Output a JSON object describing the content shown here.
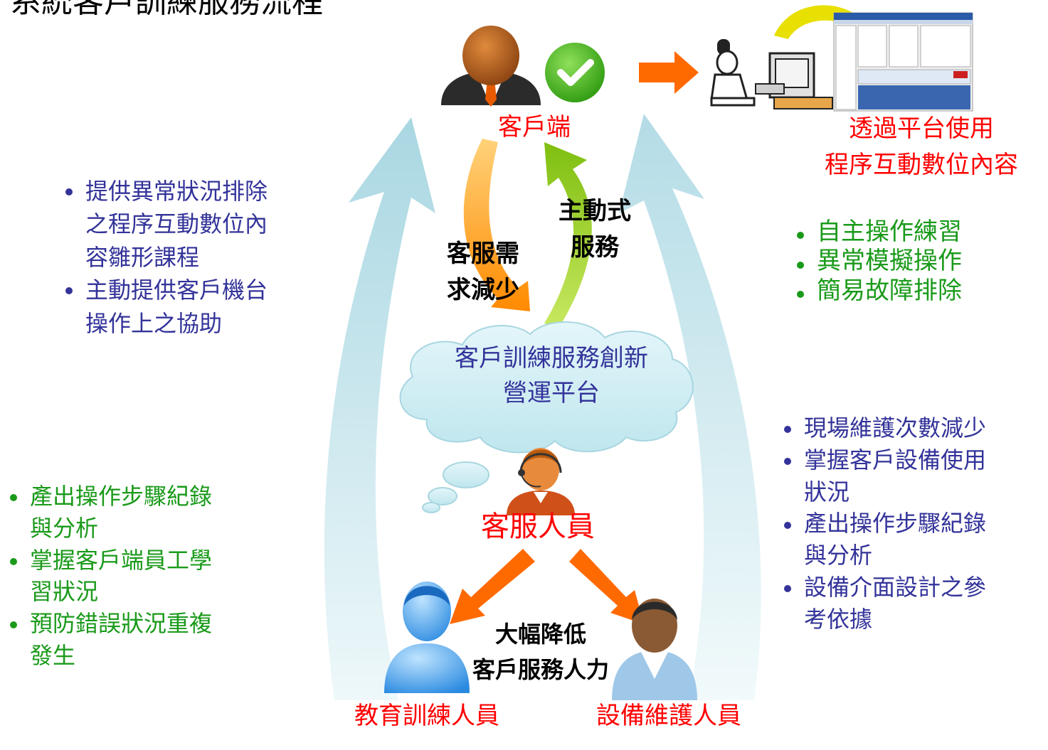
{
  "title": "系統客戶訓練服務流程",
  "nodes": {
    "client": "客戶端",
    "platform_use": [
      "透過平台使用",
      "程序互動數位內容"
    ],
    "service_center": [
      "客戶訓練服務創新",
      "營運平台"
    ],
    "cs_staff": "客服人員",
    "trainer": "教育訓練人員",
    "maintainer": "設備維護人員"
  },
  "arrows": {
    "demand_down": [
      "客服需",
      "求減少"
    ],
    "proactive": [
      "主動式",
      "服務"
    ],
    "reduce_manpower": [
      "大幅降低",
      "客戶服務人力"
    ]
  },
  "bullets": {
    "top_left": [
      [
        "提供異常狀況排除",
        "之程序互動數位內",
        "容雛形課程"
      ],
      [
        "主動提供客戶機台",
        "操作上之協助"
      ]
    ],
    "top_right": [
      [
        "自主操作練習"
      ],
      [
        "異常模擬操作"
      ],
      [
        "簡易故障排除"
      ]
    ],
    "bottom_left": [
      [
        "產出操作步驟紀錄",
        "與分析"
      ],
      [
        "掌握客戶端員工學",
        "習狀況"
      ],
      [
        "預防錯誤狀況重複",
        "發生"
      ]
    ],
    "bottom_right": [
      [
        "現場維護次數減少"
      ],
      [
        "掌握客戶設備使用",
        "狀況"
      ],
      [
        "產出操作步驟紀錄",
        "與分析"
      ],
      [
        "設備介面設計之參",
        "考依據"
      ]
    ]
  },
  "colors": {
    "node_label": "#ff0000",
    "blue_text": "#33339a",
    "green_text": "#1a9a1a",
    "cloud": "#cfeef4",
    "big_arrow": "#bfe3ea",
    "orange_arrow": "#ff6a00",
    "green_arrow": "#99cc22"
  }
}
